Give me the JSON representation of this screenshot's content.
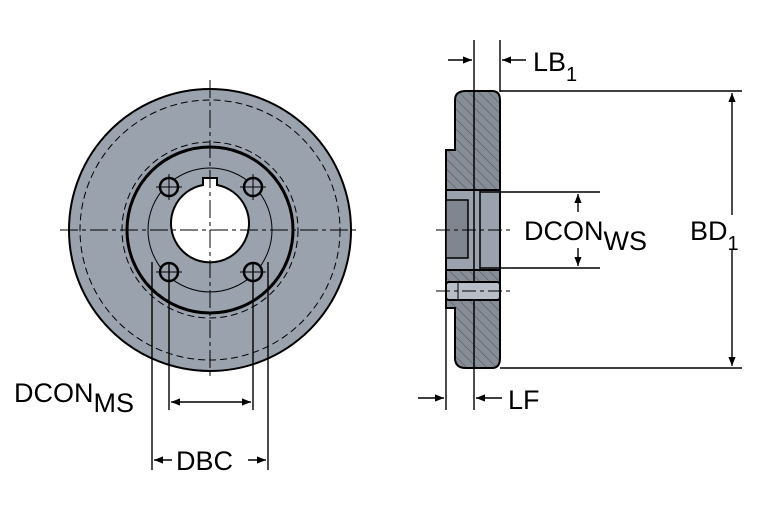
{
  "labels": {
    "lb1": {
      "main": "LB",
      "sub": "1"
    },
    "dcon_ws": {
      "main": "DCON",
      "sub": "WS"
    },
    "bd1": {
      "main": "BD",
      "sub": "1"
    },
    "lf": {
      "main": "LF"
    },
    "dcon_ms": {
      "main": "DCON",
      "sub": "MS"
    },
    "dbc": {
      "main": "DBC"
    }
  },
  "colors": {
    "part_fill": "#9aa2ae",
    "section_fill": "#858c96",
    "line": "#000000",
    "background": "#ffffff"
  }
}
